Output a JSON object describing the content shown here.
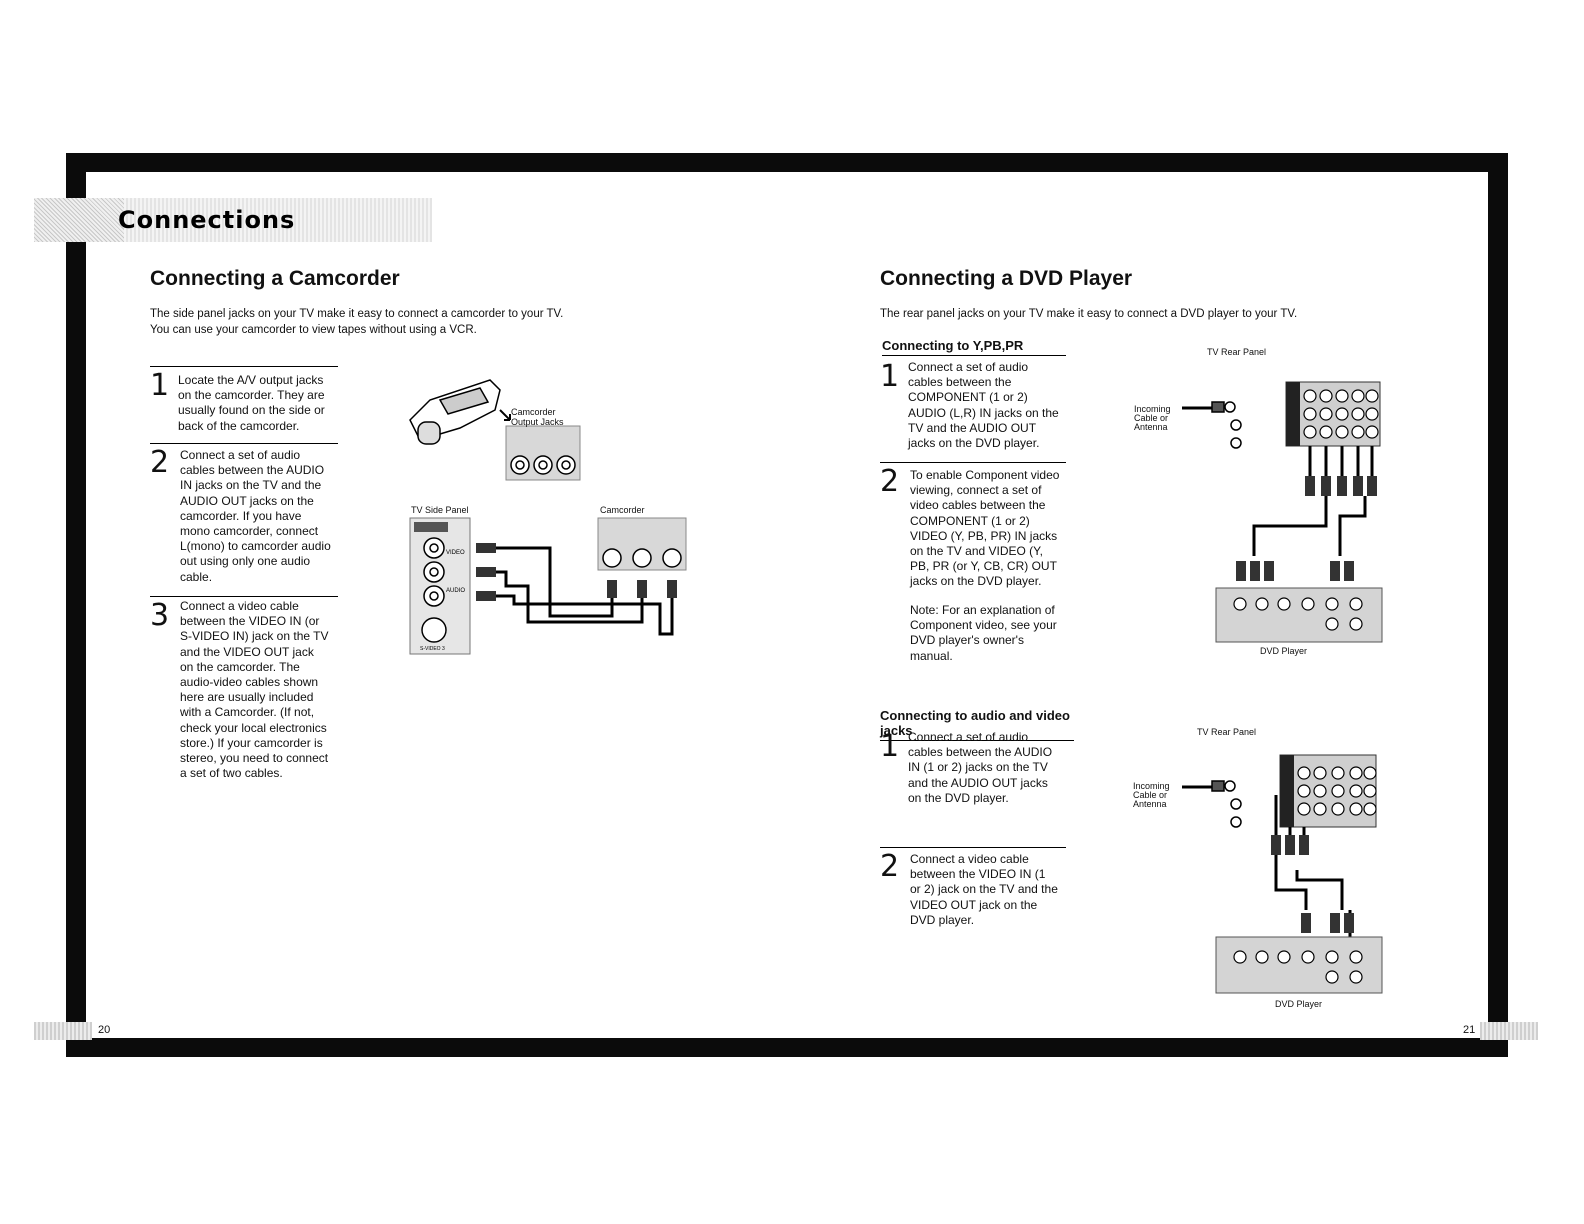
{
  "header": {
    "title": "Connections"
  },
  "left": {
    "title": "Connecting a Camcorder",
    "intro_line1": "The side panel jacks on your TV make it easy to connect a camcorder to your TV.",
    "intro_line2": "You can use your camcorder to view tapes without using a VCR.",
    "steps": [
      {
        "num": "1",
        "lines": [
          "Locate the A/V output jacks",
          "on the camcorder. They are",
          "usually found on the side or",
          "back of the camcorder."
        ]
      },
      {
        "num": "2",
        "lines": [
          "Connect a set of audio",
          "cables between the AUDIO",
          "IN jacks on the TV and the",
          "AUDIO OUT jacks on the",
          "camcorder. If you have",
          "mono camcorder, connect",
          "L(mono) to camcorder audio",
          "out using only one audio",
          "cable."
        ]
      },
      {
        "num": "3",
        "lines": [
          "Connect a video cable",
          "between the VIDEO IN (or",
          "S-VIDEO IN) jack on the TV",
          "and the VIDEO OUT jack",
          "on the camcorder. The",
          "audio-video cables shown",
          "here are usually included",
          "with a Camcorder. (If not,",
          "check your local electronics",
          "store.) If your camcorder is",
          "stereo, you need to connect",
          "a set of two cables."
        ]
      }
    ],
    "fig": {
      "camcorder_label_1": "Camcorder",
      "camcorder_label_2": "Output Jacks",
      "tv_side_panel": "TV Side Panel",
      "camcorder": "Camcorder",
      "jack_video": "VIDEO",
      "jack_audio": "AUDIO",
      "jack_svideo": "S-VIDEO 3"
    },
    "page_number": "20"
  },
  "right": {
    "title": "Connecting a DVD Player",
    "intro": "The rear panel jacks on your TV make it easy to connect a DVD player to your TV.",
    "section1": {
      "heading": "Connecting to Y,PB,PR",
      "steps": [
        {
          "num": "1",
          "lines": [
            "Connect a set of audio",
            "cables between the",
            "COMPONENT (1 or 2)",
            "AUDIO (L,R) IN jacks on the",
            "TV and the AUDIO OUT",
            "jacks on the DVD player."
          ]
        },
        {
          "num": "2",
          "lines": [
            "To enable Component video",
            "viewing, connect a set of",
            "video cables between the",
            "COMPONENT (1 or 2)",
            "VIDEO (Y, PB, PR) IN jacks",
            "on the TV and VIDEO (Y,",
            "PB, PR (or Y, CB, CR) OUT",
            "jacks on the DVD player."
          ]
        }
      ],
      "note": [
        "Note: For an explanation of",
        "Component video, see your",
        "DVD player's owner's",
        "manual."
      ]
    },
    "section2": {
      "heading": "Connecting to audio and video jacks",
      "steps": [
        {
          "num": "1",
          "lines": [
            "Connect a set of audio",
            "cables between the AUDIO",
            "IN (1 or 2) jacks on the TV",
            "and the AUDIO OUT jacks",
            "on the DVD player."
          ]
        },
        {
          "num": "2",
          "lines": [
            "Connect a video cable",
            "between the VIDEO IN (1",
            "or 2) jack on the TV and the",
            "VIDEO OUT jack on the",
            "DVD player."
          ]
        }
      ]
    },
    "fig1": {
      "tv_rear_panel": "TV Rear Panel",
      "incoming": [
        "Incoming",
        "Cable or",
        "Antenna"
      ],
      "dvd_player": "DVD Player"
    },
    "fig2": {
      "tv_rear_panel": "TV Rear Panel",
      "incoming": [
        "Incoming",
        "Cable or",
        "Antenna"
      ],
      "dvd_player": "DVD Player"
    },
    "page_number": "21"
  }
}
